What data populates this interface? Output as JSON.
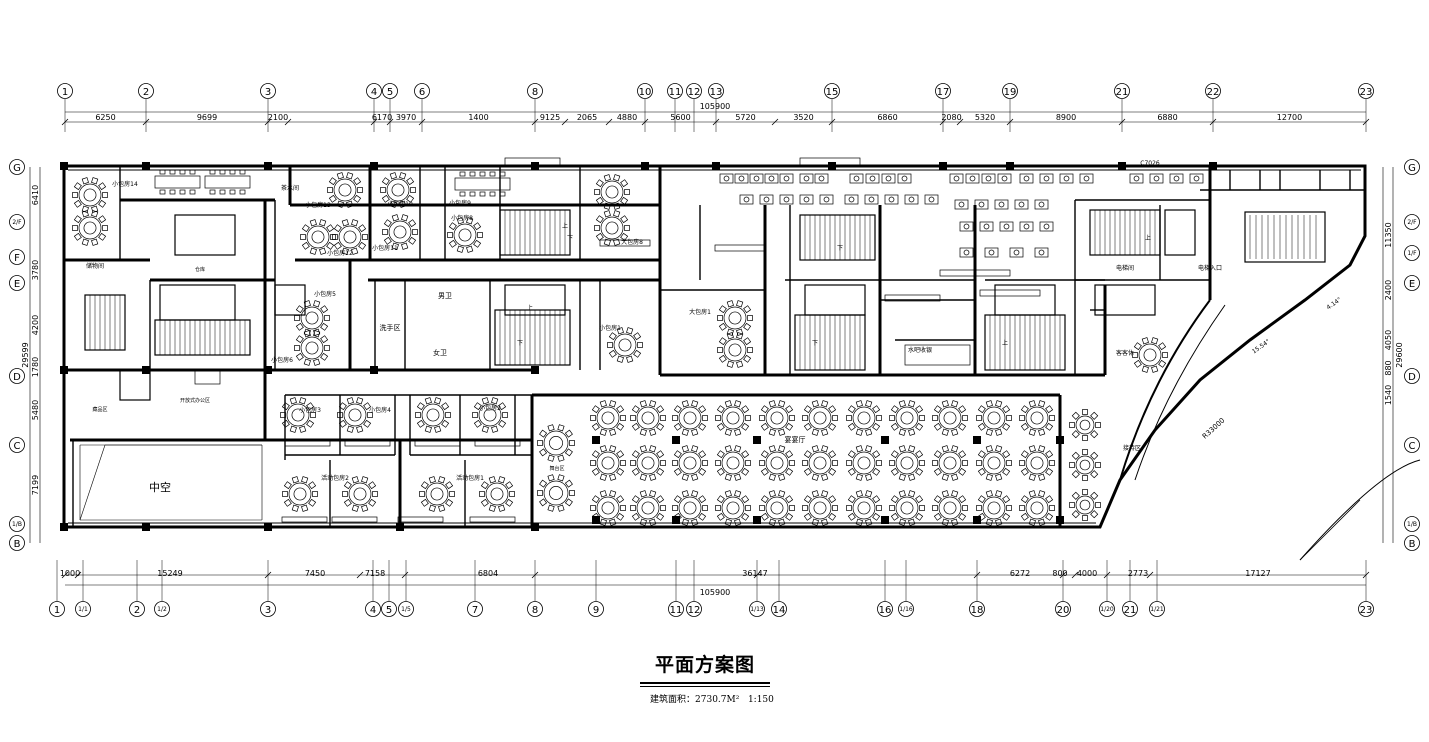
{
  "title": "平面方案图",
  "subtitle": {
    "area_label": "建筑面积：",
    "area_value": "2730.7M²",
    "scale": "1:150"
  },
  "axes_top": [
    "1",
    "2",
    "3",
    "4",
    "5",
    "6",
    "8",
    "10",
    "11",
    "12",
    "13",
    "15",
    "17",
    "19",
    "21",
    "22",
    "23"
  ],
  "axes_bottom": [
    "1",
    "1/1",
    "2",
    "1/2",
    "3",
    "4",
    "5",
    "1/5",
    "7",
    "8",
    "9",
    "11",
    "12",
    "1/13",
    "14",
    "16",
    "1/16",
    "18",
    "20",
    "1/20",
    "21",
    "1/21",
    "23"
  ],
  "axes_left": [
    "G",
    "2/F",
    "F",
    "E",
    "D",
    "C",
    "1/B",
    "B"
  ],
  "axes_right": [
    "G",
    "2/F",
    "1/F",
    "E",
    "D",
    "C",
    "1/B",
    "B"
  ],
  "dims_top": [
    "6250",
    "9699",
    "2100",
    "6170",
    "3970",
    "1400",
    "9125",
    "2065",
    "4880",
    "5600",
    "5720",
    "3520",
    "6860",
    "2080",
    "5320",
    "8900",
    "6880",
    "12700"
  ],
  "dims_top_total": "105900",
  "dims_bottom": [
    "1000",
    "15249",
    "7450",
    "7158",
    "6804",
    "36147",
    "6272",
    "800",
    "4000",
    "2773",
    "17127"
  ],
  "dims_bottom_total": "105900",
  "dims_left": [
    "6410",
    "3780",
    "4200",
    "1780",
    "5480",
    "7199"
  ],
  "dims_left_total": "29599",
  "dims_right": [
    "11350",
    "2400",
    "4050",
    "1540",
    "880"
  ],
  "dims_right_total": "29600",
  "rooms": {
    "atrium": "中空",
    "banquet_hall": "宴宴厅",
    "women_wc": "女卫",
    "men_wc": "男卫",
    "wash_area": "洗手区",
    "big_room_1": "大包房1",
    "big_room_8": "大包房8",
    "small_room_14": "小包房14",
    "small_room_13": "小包房13",
    "small_room_12": "小包房12",
    "small_room_11": "小包房11",
    "small_room_10": "小包房10",
    "small_room_9": "小包房9",
    "small_room_8": "小包房8",
    "small_room_6": "小包房6",
    "small_room_5": "小包房5",
    "small_room_4": "小包房4",
    "small_room_3": "小包房3",
    "small_room_2": "小包房2",
    "small_room_1": "小包房1",
    "flex_room_2": "活动包房2",
    "flex_room_1": "活动包房1",
    "storage": "储物间",
    "elevator_room": "电梯间",
    "elevator_entry": "电梯入口",
    "guest_rest": "客客休",
    "tea_room": "茶水间",
    "office": "开放式办公区",
    "exhibit": "藏品区",
    "bar": "水吧收银",
    "reception": "接待区",
    "stage": "舞台区",
    "warehouse": "仓库"
  },
  "labels": {
    "door_label": "门",
    "stair_up": "上",
    "stair_down": "下",
    "c7026": "C7026",
    "r33000": "R33000",
    "angle1": "15.54°",
    "angle2": "4.14°"
  }
}
